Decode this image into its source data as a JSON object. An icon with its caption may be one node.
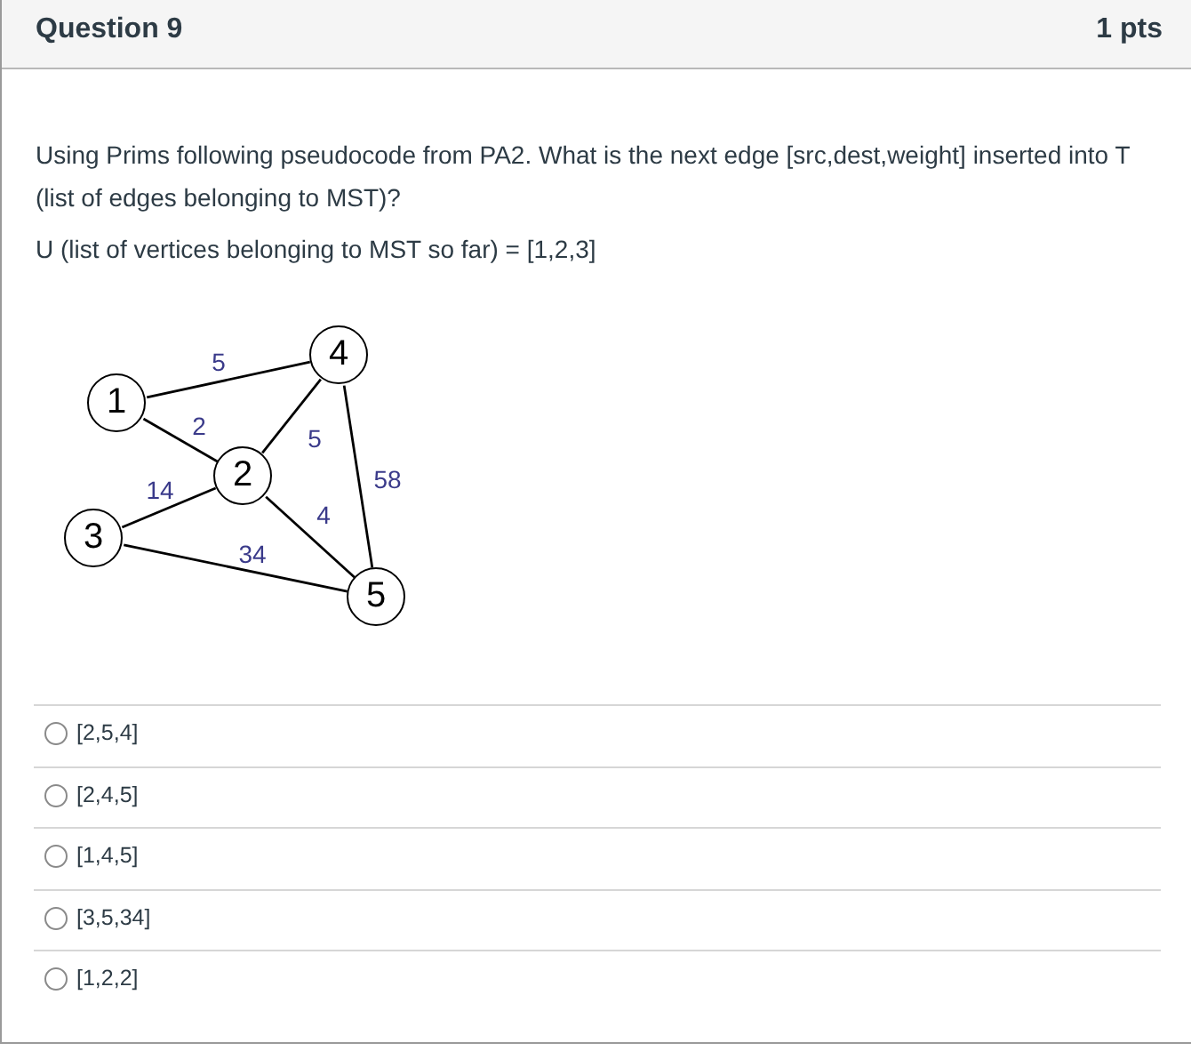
{
  "diagram": {
    "title": "Question 9",
    "nodes": [
      {
        "text": [
          "1"
        ]
      },
      {
        "text": [
          "2"
        ]
      },
      {
        "text": [
          "3"
        ]
      },
      {
        "text": [
          "4"
        ]
      },
      {
        "text": [
          "5"
        ]
      }
    ],
    "edges": [
      {
        "from": 0,
        "to": 3,
        "arrow": "none",
        "label": "5"
      },
      {
        "from": 0,
        "to": 1,
        "arrow": "none",
        "label": "2"
      },
      {
        "from": 1,
        "to": 3,
        "arrow": "none",
        "label": "5"
      },
      {
        "from": 3,
        "to": 4,
        "arrow": "none",
        "label": "58"
      },
      {
        "from": 2,
        "to": 1,
        "arrow": "none",
        "label": "14"
      },
      {
        "from": 1,
        "to": 4,
        "arrow": "none",
        "label": "4"
      },
      {
        "from": 2,
        "to": 4,
        "arrow": "none",
        "label": "34"
      }
    ],
    "labels": [
      "1 pts",
      "Using Prims following pseudocode from PA2. What is the next edge [src,dest,weight] inserted into T (list of edges belonging to MST)?",
      "U (list of vertices belonging to MST so far) = [1,2,3]",
      "[2,5,4]",
      "[2,4,5]",
      "[1,4,5]",
      "[3,5,34]",
      "[1,2,2]"
    ]
  }
}
